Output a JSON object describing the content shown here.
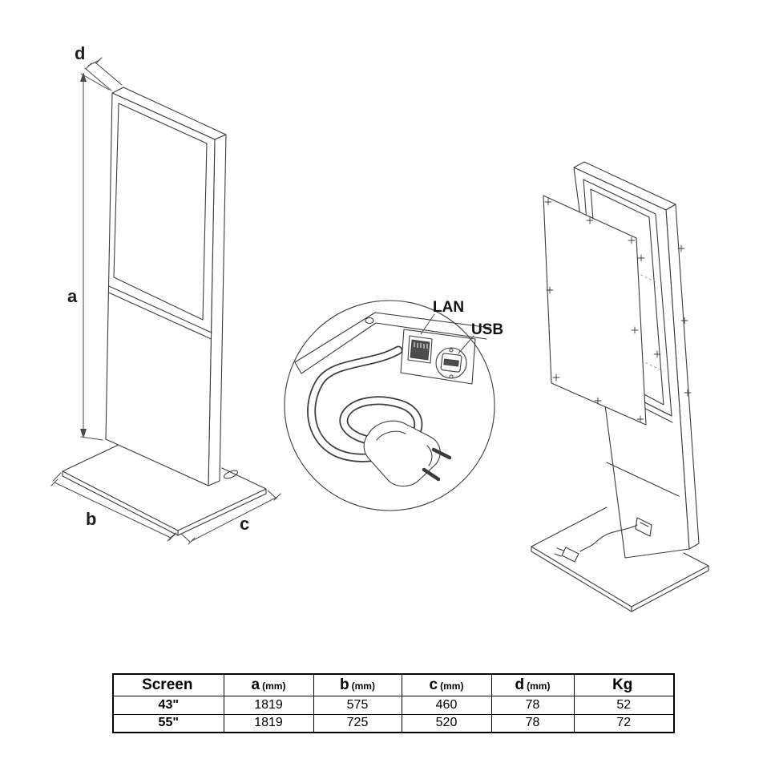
{
  "labels": {
    "a": "a",
    "b": "b",
    "c": "c",
    "d": "d"
  },
  "detail": {
    "lan": "LAN",
    "usb": "USB"
  },
  "table": {
    "headers": [
      {
        "main": "Screen",
        "sub": ""
      },
      {
        "main": "a",
        "sub": "(mm)"
      },
      {
        "main": "b",
        "sub": "(mm)"
      },
      {
        "main": "c",
        "sub": "(mm)"
      },
      {
        "main": "d",
        "sub": "(mm)"
      },
      {
        "main": "Kg",
        "sub": ""
      }
    ],
    "rows": [
      [
        "43\"",
        "1819",
        "575",
        "460",
        "78",
        "52"
      ],
      [
        "55\"",
        "1819",
        "725",
        "520",
        "78",
        "72"
      ]
    ]
  }
}
